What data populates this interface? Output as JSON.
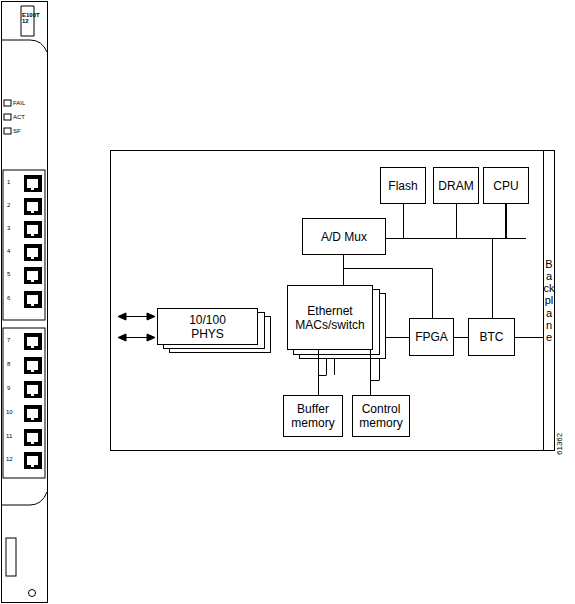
{
  "diagram": {
    "nodes": [
      {
        "text": [
          "Flash"
        ]
      },
      {
        "text": [
          "DRAM"
        ]
      },
      {
        "text": [
          "CPU"
        ]
      },
      {
        "text": [
          "A/D Mux"
        ]
      },
      {
        "text": [
          "10/100 PHYS"
        ]
      },
      {
        "text": [
          "Ethernet MACs/switch"
        ]
      },
      {
        "text": [
          "FPGA"
        ]
      },
      {
        "text": [
          "BTC"
        ]
      },
      {
        "text": [
          "Buffer memory"
        ]
      },
      {
        "text": [
          "Control memory"
        ]
      },
      {
        "text": [
          "Backplane"
        ]
      }
    ],
    "edges": [
      {
        "from": 3,
        "to": 0,
        "arrow": "none"
      },
      {
        "from": 3,
        "to": 1,
        "arrow": "none"
      },
      {
        "from": 3,
        "to": 2,
        "arrow": "none"
      },
      {
        "from": 7,
        "to": 2,
        "arrow": "none"
      },
      {
        "from": 3,
        "to": 5,
        "arrow": "none"
      },
      {
        "from": 3,
        "to": 6,
        "arrow": "none"
      },
      {
        "from": 5,
        "to": 6,
        "arrow": "none"
      },
      {
        "from": 6,
        "to": 7,
        "arrow": "none"
      },
      {
        "from": 7,
        "to": 10,
        "arrow": "none"
      },
      {
        "from": 5,
        "to": 8,
        "arrow": "none"
      },
      {
        "from": 5,
        "to": 9,
        "arrow": "none"
      }
    ],
    "labels": [
      "E100T 12",
      "FAIL",
      "ACT",
      "SF",
      "1",
      "2",
      "3",
      "4",
      "5",
      "6",
      "7",
      "8",
      "9",
      "10",
      "11",
      "12",
      "61362"
    ]
  }
}
